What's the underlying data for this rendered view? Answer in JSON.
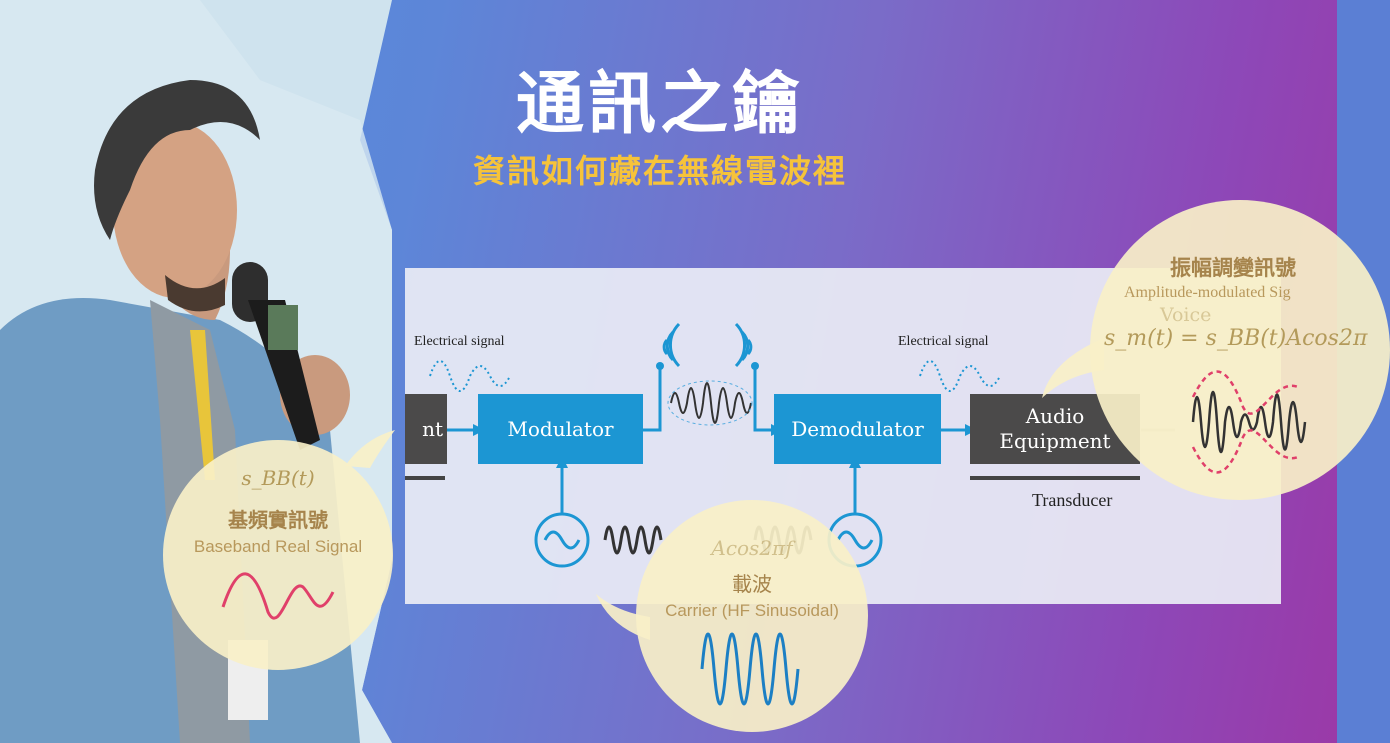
{
  "slide": {
    "title": "通訊之鑰",
    "subtitle": "資訊如何藏在無線電波裡"
  },
  "diagram": {
    "electrical_signal_left": "Electrical signal",
    "electrical_signal_right": "Electrical signal",
    "box_left_partial": "nt",
    "modulator": "Modulator",
    "demodulator": "Demodulator",
    "audio_equipment_line1": "Audio",
    "audio_equipment_line2": "Equipment",
    "transducer": "Transducer",
    "voice_faded": "Voice",
    "carrier_formula_faded": "Acos2πf",
    "colors": {
      "box_blue": "#1c96d3",
      "box_dark": "#4b4a4a",
      "arrow": "#1c96d3"
    }
  },
  "bubbles": {
    "baseband": {
      "formula": "s_BB(t)",
      "zh": "基頻實訊號",
      "en": "Baseband Real Signal",
      "wave_color": "#e0406a"
    },
    "carrier": {
      "zh": "載波",
      "en": "Carrier (HF Sinusoidal)",
      "wave_color": "#1c7fc4"
    },
    "am": {
      "zh": "振幅調變訊號",
      "en": "Amplitude-modulated Sig",
      "formula": "s_m(t) = s_BB(t)Acos2π"
    }
  },
  "theme": {
    "title_color": "#ffffff",
    "subtitle_color": "#f6c33a"
  }
}
